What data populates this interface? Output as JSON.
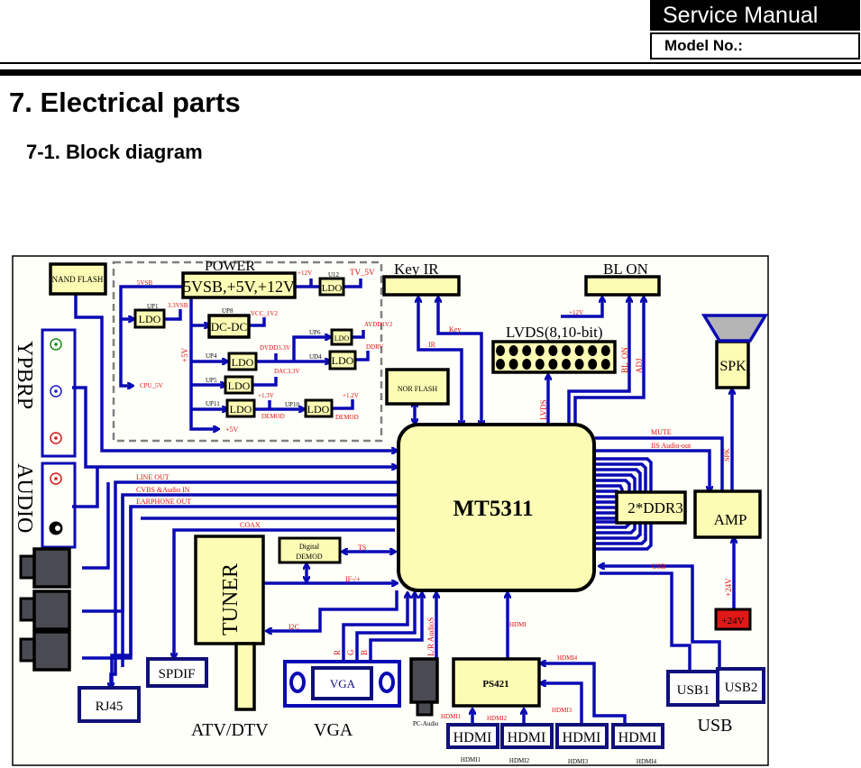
{
  "header": {
    "title": "Service Manual",
    "model_label": "Model No.:"
  },
  "section": {
    "title": "7. Electrical parts",
    "subtitle": "7-1. Block diagram"
  },
  "colors": {
    "wire": "#0a0ab4",
    "label_red": "#e01010",
    "block_fill": "#fcfcb4",
    "power_24v": "#e01818",
    "connector_dark": "#4a4a52",
    "speaker_cone": "#b4b4b4"
  },
  "diagram": {
    "nand_flash": "NAND FLASH",
    "nor_flash": "NOR FLASH",
    "power": {
      "title": "POWER",
      "main": "5VSB,+5V,+12V",
      "labels": {
        "v5sb": "5VSB",
        "up1": "UP1",
        "v33sb": "3.3VSB",
        "cpu5v": "CPU_5V",
        "p5v_vert": "+5V",
        "p12v": "+12V",
        "u12": "U12",
        "tv5v": "TV_5V",
        "up8": "UP8",
        "vcc1v2": "VCC_1V2",
        "up6": "UP6",
        "avdd1v2": "AVDD1V2",
        "up4": "UP4",
        "dvdd33": "DVDD3.3V",
        "ud4": "UD4",
        "ddrv": "DDRV",
        "up5": "UP5",
        "dac33": "DAC3.3V",
        "up11": "UP11",
        "p13v": "+1.3V",
        "demod1": "DEMOD",
        "up10": "UP10",
        "p12v_small": "+1.2V",
        "demod2": "DEMOD",
        "p5v_out": "+5V"
      },
      "ldo": "LDO",
      "dcdc": "DC-DC"
    },
    "key_ir": "Key  IR",
    "bl_on": "BL  ON",
    "lvds_title": "LVDS(8,10-bit)",
    "wire_labels": {
      "ir": "IR",
      "key": "Key",
      "p12v": "+12V",
      "lvds": "LVDS",
      "bl_on": "BL_ON",
      "adj": "ADJ",
      "mute": "MUTE",
      "iis": "IIS Audio-out",
      "spk": "SPK",
      "line_out": "LINE OUT",
      "cvbs": "CVBS &Audio IN",
      "earphone": "EARPHONE OUT",
      "coax": "COAX",
      "ts": "TS",
      "if": "IF-/+",
      "i2c": "I2C",
      "r": "R",
      "g": "G",
      "b": "B",
      "lr_audios": "L/R AudioS",
      "hdmi": "HDMI",
      "hdmi1": "HDMI1",
      "hdmi2": "HDMI2",
      "hdmi3": "HDMI3",
      "hdmi4": "HDMI4",
      "usb": "USB",
      "p24v": "+24V"
    },
    "soc": "MT5311",
    "ddr": "2*DDR3",
    "amp": "AMP",
    "spk": "SPK",
    "psu24": "+24V",
    "ypbrp": "YPBRP",
    "audio": "AUDIO",
    "tuner": "TUNER",
    "digital_demod_1": "Digital",
    "digital_demod_2": "DEMOD",
    "atv_dtv": "ATV/DTV",
    "spdif": "SPDIF",
    "rj45": "RJ45",
    "vga_inner": "VGA",
    "vga_label": "VGA",
    "pc_audio": "PC-Audio",
    "ps421": "PS421",
    "hdmi_port": "HDMI",
    "hdmi_names": [
      "HDMI1",
      "HDMI2",
      "HDMI3",
      "HDMI4"
    ],
    "usb1": "USB1",
    "usb2": "USB2",
    "usb_label": "USB"
  }
}
